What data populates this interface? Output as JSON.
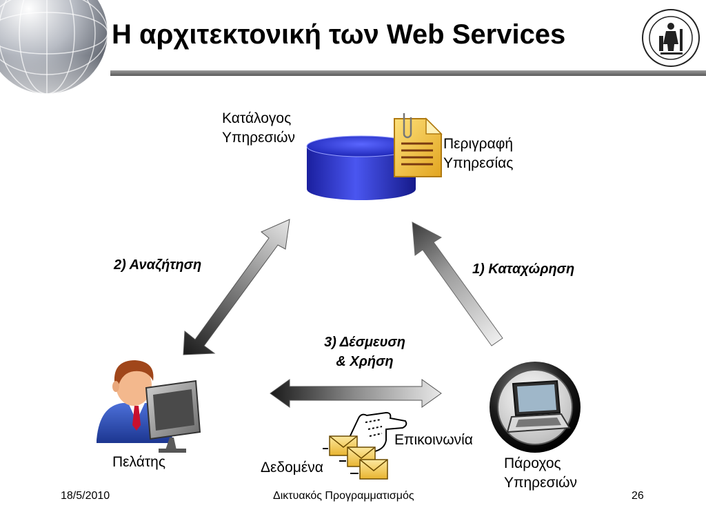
{
  "slide": {
    "title": "Η αρχιτεκτονική των Web Services"
  },
  "diagram": {
    "catalog_label_line1": "Κατάλογος",
    "catalog_label_line2": "Υπηρεσιών",
    "description_label_line1": "Περιγραφή",
    "description_label_line2": "Υπηρεσίας",
    "step_search": "2) Αναζήτηση",
    "step_register": "1) Καταχώρηση",
    "step_bind_line1": "3) Δέσμευση",
    "step_bind_line2": "& Χρήση",
    "client_label": "Πελάτης",
    "provider_label_line1": "Πάροχος",
    "provider_label_line2": "Υπηρεσιών",
    "communication_label": "Επικοινωνία",
    "data_label": "Δεδομένα"
  },
  "footer": {
    "date": "18/5/2010",
    "course": "Δικτυακός Προγραμματισμός",
    "page": "26"
  },
  "icons": [
    "globe-icon",
    "university-logo-icon",
    "database-icon",
    "document-icon",
    "user-computer-icon",
    "laptop-icon",
    "envelope-icon",
    "hand-pointer-icon"
  ],
  "colors": {
    "database": "#2a35c8",
    "document": "#f2c23a",
    "arrow_dark": "#2a2a2a",
    "arrow_light": "#d9d9d9",
    "title_rule": "#7a7a7a"
  }
}
